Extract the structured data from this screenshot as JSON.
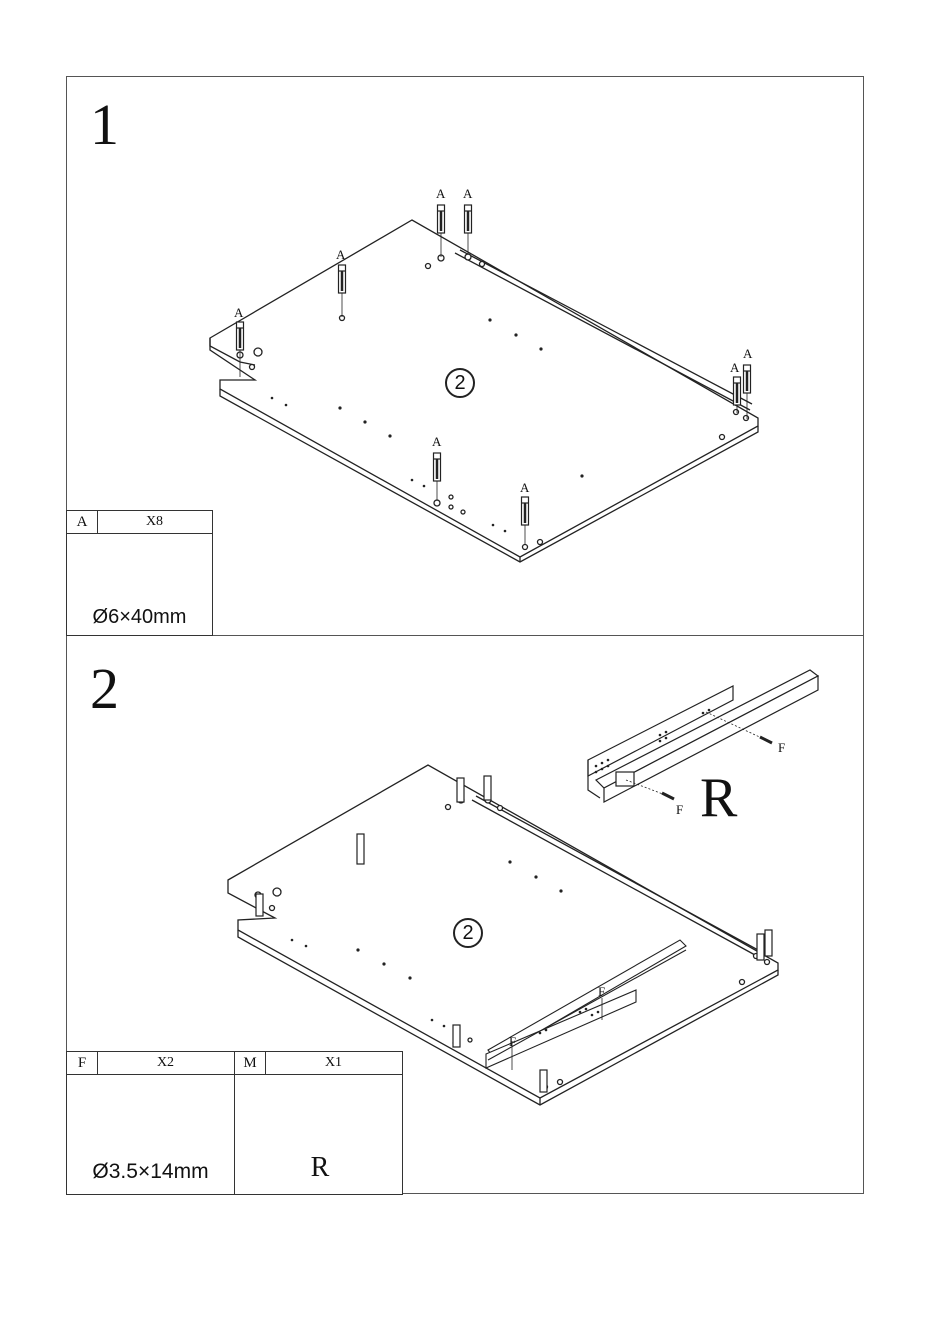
{
  "steps": [
    {
      "number": "1",
      "panel_label": "2",
      "dowel_label": "A",
      "parts": [
        {
          "code": "A",
          "quantity": "X8",
          "size": "Ø6×40mm",
          "icon": "cam-dowel-icon"
        }
      ]
    },
    {
      "number": "2",
      "panel_label": "2",
      "screw_label": "F",
      "rail_side": "R",
      "parts": [
        {
          "code": "F",
          "quantity": "X2",
          "size": "Ø3.5×14mm",
          "icon": "screw-icon"
        },
        {
          "code": "M",
          "quantity": "X1",
          "size": "R",
          "icon": "drawer-slide-icon"
        }
      ]
    }
  ]
}
